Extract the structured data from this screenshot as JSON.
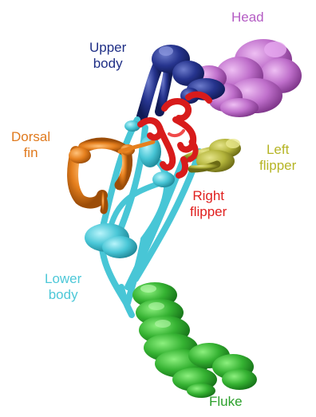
{
  "labels": {
    "head": {
      "text": "Head",
      "color": "#b45cc4"
    },
    "upper_body": {
      "line1": "Upper",
      "line2": "body",
      "color": "#1f2f86"
    },
    "dorsal_fin": {
      "line1": "Dorsal",
      "line2": "fin",
      "color": "#e07a1e"
    },
    "left_flipper": {
      "line1": "Left",
      "line2": "flipper",
      "color": "#b6b526"
    },
    "right_flipper": {
      "line1": "Right",
      "line2": "flipper",
      "color": "#e0201f"
    },
    "lower_body": {
      "line1": "Lower",
      "line2": "body",
      "color": "#4ec8d8"
    },
    "fluke": {
      "text": "Fluke",
      "color": "#2ca02c"
    }
  }
}
